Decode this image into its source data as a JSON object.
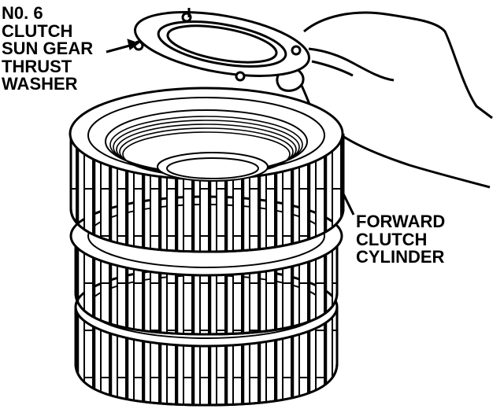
{
  "labels": {
    "washer": [
      "N0. 6",
      "CLUTCH",
      "SUN GEAR",
      "THRUST",
      "WASHER"
    ],
    "cylinder": [
      "FORWARD",
      "CLUTCH",
      "CYLINDER"
    ]
  },
  "colors": {
    "ink": "#000000",
    "paper": "#ffffff"
  }
}
